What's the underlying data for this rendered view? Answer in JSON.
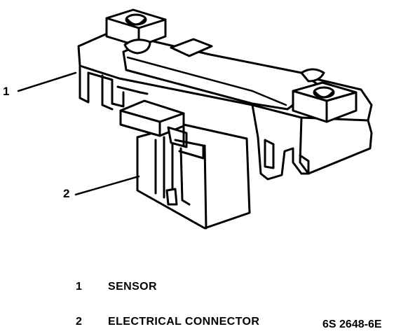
{
  "callouts": [
    {
      "number": "1"
    },
    {
      "number": "2"
    }
  ],
  "legend": [
    {
      "number": "1",
      "label": "SENSOR"
    },
    {
      "number": "2",
      "label": "ELECTRICAL CONNECTOR"
    }
  ],
  "figure_code": "6S 2648-6E",
  "colors": {
    "ink": "#000000",
    "paper": "#ffffff"
  }
}
